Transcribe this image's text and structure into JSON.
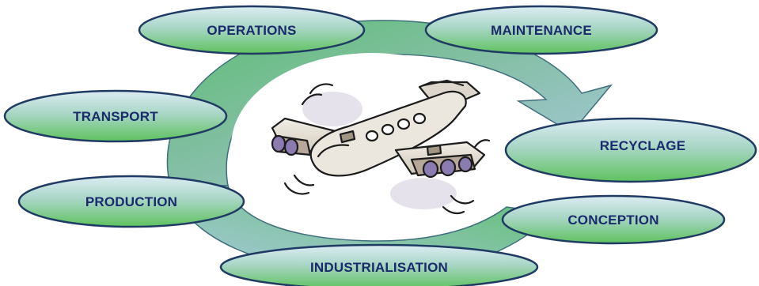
{
  "cycle": {
    "stages": [
      {
        "id": "operations",
        "label": "OPERATIONS"
      },
      {
        "id": "maintenance",
        "label": "MAINTENANCE"
      },
      {
        "id": "recyclage",
        "label": "RECYCLAGE"
      },
      {
        "id": "conception",
        "label": "CONCEPTION"
      },
      {
        "id": "industrialisation",
        "label": "INDUSTRIALISATION"
      },
      {
        "id": "production",
        "label": "PRODUCTION"
      },
      {
        "id": "transport",
        "label": "TRANSPORT"
      }
    ],
    "center_image": "airplane-clipart",
    "colors": {
      "ring_green": "#5cbf70",
      "ring_blue": "#9cc3d9",
      "ellipse_top": "#cfe6ef",
      "ellipse_bottom": "#66c866",
      "ellipse_border": "#1f3b63",
      "label_text": "#1a2a6c"
    }
  }
}
